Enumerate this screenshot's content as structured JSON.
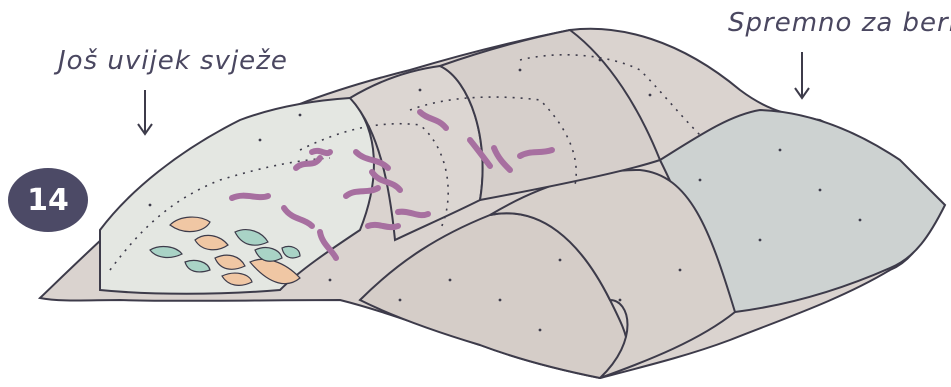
{
  "labels": {
    "fresh": "Još uvijek svježe",
    "ready": "Spremno za berbu"
  },
  "step": {
    "number": "14"
  },
  "colors": {
    "ink": "#3d3b4a",
    "pile": "#d9d2cd",
    "pile_ready": "#cfd3d2",
    "worm": "#a76fa0",
    "scrap_orange": "#f0c7a4",
    "scrap_green": "#a9d3c6",
    "badge": "#4c4a66"
  }
}
